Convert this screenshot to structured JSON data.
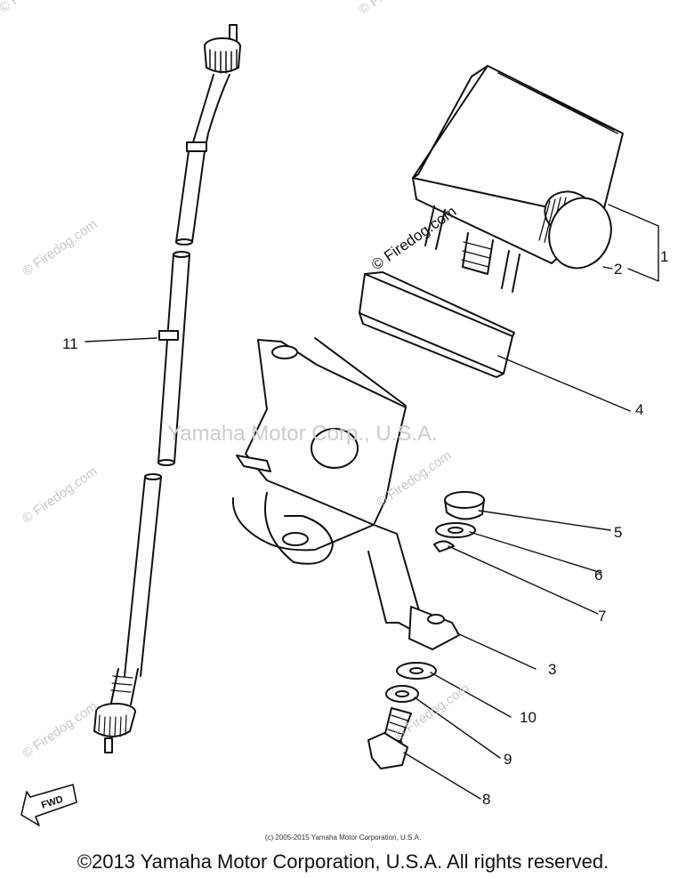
{
  "callouts": {
    "c1": "1",
    "c2": "2",
    "c3": "3",
    "c4": "4",
    "c5": "5",
    "c6": "6",
    "c7": "7",
    "c8": "8",
    "c9": "9",
    "c10": "10",
    "c11": "11"
  },
  "watermarks": {
    "firedog": "© Firedog.com",
    "yamaha": "Yamaha Motor Corp., U.S.A."
  },
  "fwd_label": "FWD",
  "copyright_small": "(c) 2005-2015 Yamaha Motor Corporation, U.S.A.",
  "copyright_main": "©2013 Yamaha Motor Corporation, U.S.A. All rights reserved."
}
